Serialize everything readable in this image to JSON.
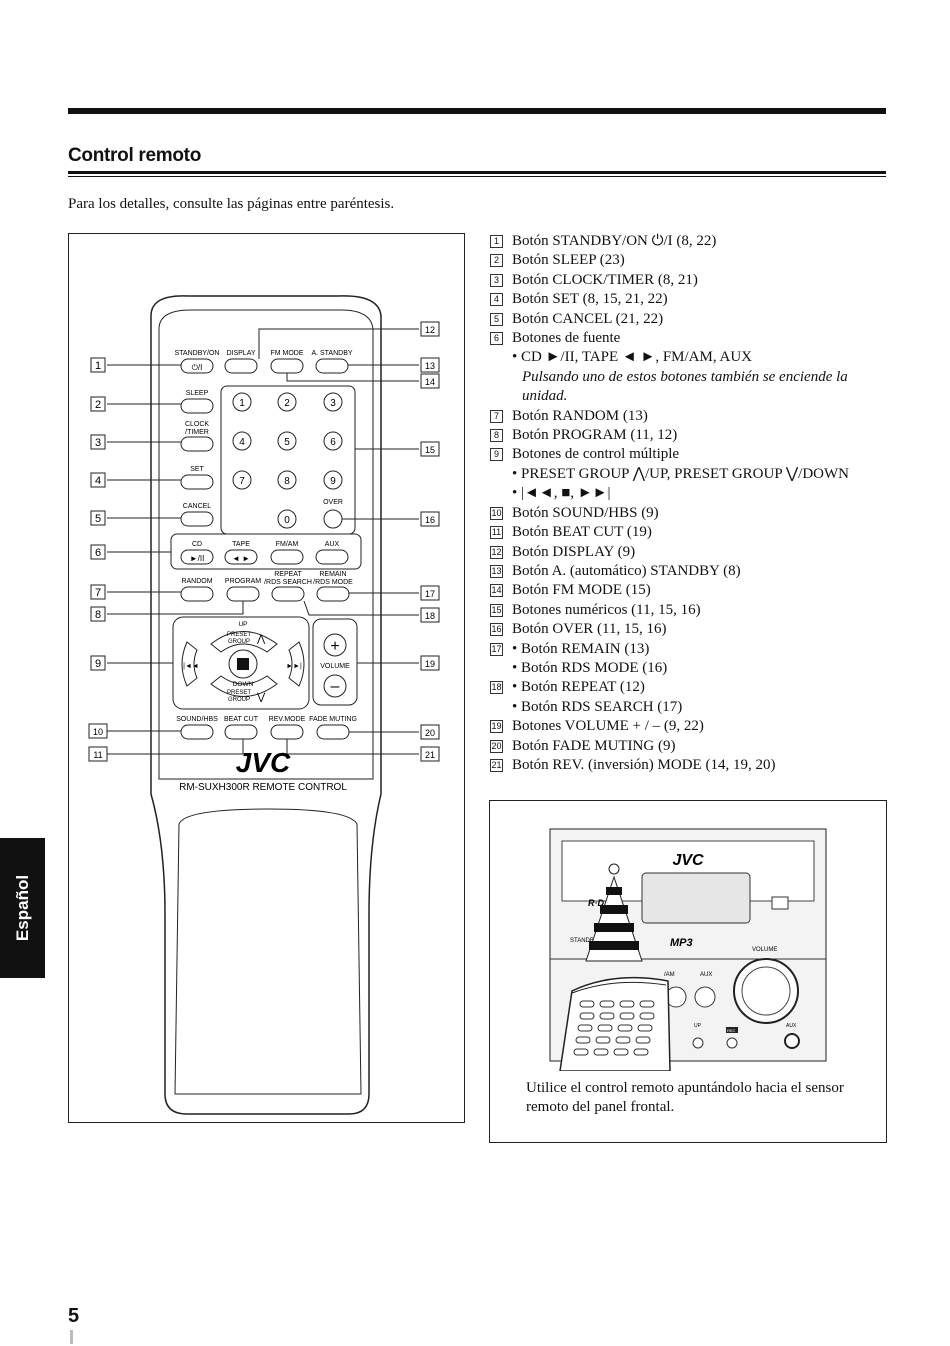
{
  "section_title": "Control remoto",
  "intro": "Para los detalles, consulte las páginas entre paréntesis.",
  "remote": {
    "callouts": [
      "1",
      "2",
      "3",
      "4",
      "5",
      "6",
      "7",
      "8",
      "9",
      "10",
      "11",
      "12",
      "13",
      "14",
      "15",
      "16",
      "17",
      "18",
      "19",
      "20",
      "21"
    ],
    "buttons": {
      "standby_on": "STANDBY/ON",
      "standby_symbol": "⏻/I",
      "display": "DISPLAY",
      "fm_mode": "FM MODE",
      "a_standby": "A. STANDBY",
      "sleep": "SLEEP",
      "clock_timer_1": "CLOCK",
      "clock_timer_2": "/TIMER",
      "set": "SET",
      "cancel": "CANCEL",
      "over": "OVER",
      "cd": "CD",
      "tape": "TAPE",
      "fm_am": "FM/AM",
      "aux": "AUX",
      "cd_symbol": "►/II",
      "tape_symbol": "◄ ►",
      "random": "RANDOM",
      "program": "PROGRAM",
      "repeat_1": "REPEAT",
      "repeat_2": "/RDS SEARCH",
      "remain_1": "REMAIN",
      "remain_2": "/RDS MODE",
      "up": "UP",
      "preset_group_1": "PRESET",
      "preset_group_2": "GROUP",
      "down": "DOWN",
      "volume": "VOLUME",
      "sound_hbs": "SOUND/HBS",
      "beat_cut": "BEAT CUT",
      "rev_mode": "REV.MODE",
      "fade_muting": "FADE MUTING"
    },
    "numbers": [
      "1",
      "2",
      "3",
      "4",
      "5",
      "6",
      "7",
      "8",
      "9",
      "0"
    ],
    "brand": "JVC",
    "model": "RM-SUXH300R REMOTE CONTROL"
  },
  "items": [
    {
      "n": "1",
      "text": "Botón STANDBY/ON ⏻/I (8, 22)"
    },
    {
      "n": "2",
      "text": "Botón SLEEP (23)"
    },
    {
      "n": "3",
      "text": "Botón CLOCK/TIMER (8, 21)"
    },
    {
      "n": "4",
      "text": "Botón SET (8, 15, 21, 22)"
    },
    {
      "n": "5",
      "text": "Botón CANCEL (21, 22)"
    },
    {
      "n": "6",
      "text": "Botones de fuente"
    },
    {
      "n": "6a",
      "text": "• CD ►/II, TAPE ◄ ►, FM/AM, AUX"
    },
    {
      "n": "6b",
      "text": "Pulsando uno de estos botones también se enciende la unidad."
    },
    {
      "n": "7",
      "text": "Botón RANDOM (13)"
    },
    {
      "n": "8",
      "text": "Botón PROGRAM (11, 12)"
    },
    {
      "n": "9",
      "text": "Botones de control múltiple"
    },
    {
      "n": "9a",
      "text": "• PRESET GROUP ⋀/UP, PRESET GROUP ⋁/DOWN"
    },
    {
      "n": "9b",
      "text": "• |◄◄, ■, ►►|"
    },
    {
      "n": "10",
      "text": "Botón SOUND/HBS (9)"
    },
    {
      "n": "11",
      "text": "Botón BEAT CUT (19)"
    },
    {
      "n": "12",
      "text": "Botón DISPLAY (9)"
    },
    {
      "n": "13",
      "text": "Botón A. (automático) STANDBY (8)"
    },
    {
      "n": "14",
      "text": "Botón FM MODE (15)"
    },
    {
      "n": "15",
      "text": "Botones numéricos (11, 15, 16)"
    },
    {
      "n": "16",
      "text": "Botón OVER (11, 15, 16)"
    },
    {
      "n": "17",
      "text": "• Botón REMAIN (13)"
    },
    {
      "n": "17a",
      "text": "• Botón RDS MODE (16)"
    },
    {
      "n": "18",
      "text": "• Botón REPEAT (12)"
    },
    {
      "n": "18a",
      "text": "• Botón RDS SEARCH (17)"
    },
    {
      "n": "19",
      "text": "Botones VOLUME + / – (9, 22)"
    },
    {
      "n": "20",
      "text": "Botón FADE MUTING (9)"
    },
    {
      "n": "21",
      "text": "Botón REV. (inversión) MODE (14, 19, 20)"
    }
  ],
  "photo": {
    "brand": "JVC",
    "rds": "R·D",
    "standby": "STANDBY",
    "mp3": "MP3",
    "volume": "VOLUME",
    "fm_am": "/AM",
    "aux": "AUX",
    "up": "UP",
    "rec": "REC",
    "aux2": "AUX",
    "caption": "Utilice el control remoto apuntándolo hacia el sensor remoto del panel frontal."
  },
  "side_tab": "Español",
  "page_number": "5"
}
